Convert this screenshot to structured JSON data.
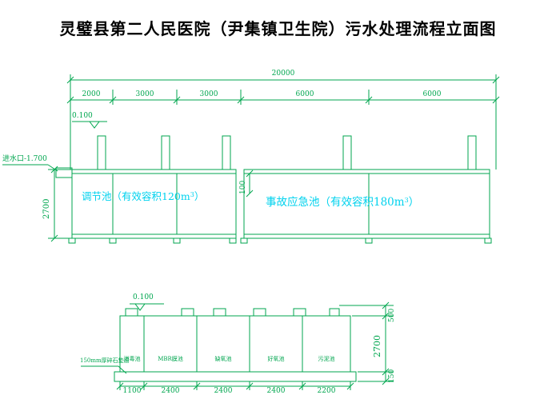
{
  "title": "灵璧县第二人民医院（尹集镇卫生院）污水处理流程立面图",
  "colors": {
    "line_green": "#00a64f",
    "dim_text_green": "#00a64f",
    "label_cyan": "#00d2ee",
    "title_black": "#000000"
  },
  "upper_view": {
    "total_width_dim": "20000",
    "segment_dims": [
      "2000",
      "3000",
      "3000",
      "6000",
      "6000"
    ],
    "elevation_mark": "0.100",
    "inlet_label": "进水口-1.700",
    "height_dim": "2700",
    "level_diff_dim": "100",
    "tank1_label": {
      "text_prefix": "调节池（有效容积120m",
      "superscript": "3",
      "text_suffix": "）"
    },
    "tank2_label": {
      "text_prefix": "事故应急池（有效容积180m",
      "superscript": "3",
      "text_suffix": "）"
    }
  },
  "lower_view": {
    "elevation_mark": "0.100",
    "compartment_labels": [
      "消毒池",
      "MBR膜池",
      "缺氧池",
      "好氧池",
      "污泥池"
    ],
    "bottom_dims": [
      "1100",
      "2400",
      "2400",
      "2400",
      "2200"
    ],
    "right_dims": [
      "500",
      "2700",
      "150"
    ],
    "base_note": "150mm厚碎石垫层"
  }
}
